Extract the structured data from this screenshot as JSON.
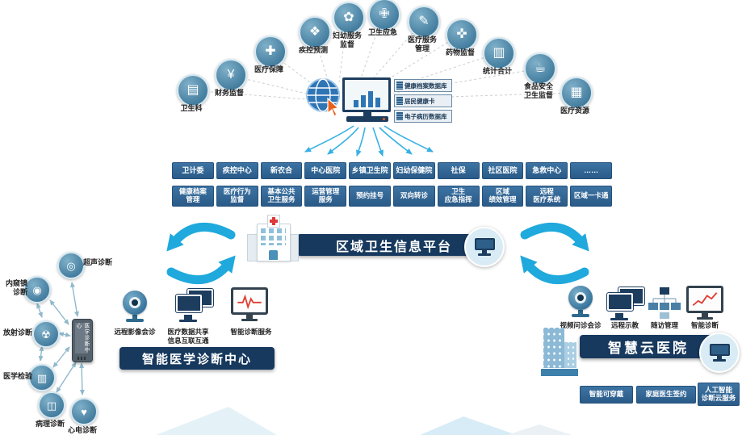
{
  "colors": {
    "accent_cyan": "#1fa9dd",
    "navy": "#17395e",
    "button_blue": "#2f6595",
    "icon_teal": "#2e6a8f"
  },
  "top_icons": [
    {
      "name": "health-science",
      "label": "卫生科",
      "glyph": "▤"
    },
    {
      "name": "finance-supervision",
      "label": "财务监督",
      "glyph": "¥"
    },
    {
      "name": "medical-security",
      "label": "医疗保障",
      "glyph": "✚"
    },
    {
      "name": "disease-control-forecast",
      "label": "疾控预测",
      "glyph": "❖"
    },
    {
      "name": "maternal-child-service",
      "label": "妇幼服务\n监督",
      "glyph": "✿"
    },
    {
      "name": "health-emergency",
      "label": "卫生应急",
      "glyph": "✙"
    },
    {
      "name": "medical-service-mgmt",
      "label": "医疗服务\n管理",
      "glyph": "✎"
    },
    {
      "name": "drug-supervision",
      "label": "药物监督",
      "glyph": "✜"
    },
    {
      "name": "statistics-audit",
      "label": "统计合计",
      "glyph": "▥"
    },
    {
      "name": "food-safety-supervision",
      "label": "食品安全\n卫生监督",
      "glyph": "☕"
    },
    {
      "name": "medical-resources",
      "label": "医疗资源",
      "glyph": "▦"
    }
  ],
  "hub": {
    "databases": [
      "健康档案数据库",
      "居民健康卡",
      "电子病历数据库"
    ]
  },
  "org_buttons": [
    "卫计委",
    "疾控中心",
    "新农合",
    "中心医院",
    "乡镇卫生院",
    "妇幼保健院",
    "社保",
    "社区医院",
    "急救中心",
    "……"
  ],
  "service_buttons": [
    "健康档案\n管理",
    "医疗行为\n监督",
    "基本公共\n卫生服务",
    "运营管理\n服务",
    "预约挂号",
    "双向转诊",
    "卫生\n应急指挥",
    "区域\n绩效管理",
    "远程\n医疗系统",
    "区域一卡通"
  ],
  "platform": {
    "title": "区域卫生信息平台"
  },
  "left_cluster": {
    "banner": "智能医学诊断中心",
    "center_device": "医学诊断中心",
    "nodes": [
      {
        "name": "ultrasound-diagnosis",
        "label": "超声诊断",
        "glyph": "◎"
      },
      {
        "name": "endoscopy-diagnosis",
        "label": "内窥镜\n诊断",
        "glyph": "◉"
      },
      {
        "name": "radiology-diagnosis",
        "label": "放射诊断",
        "glyph": "☢"
      },
      {
        "name": "medical-lab-test",
        "label": "医学检验",
        "glyph": "▥"
      },
      {
        "name": "pathology-diagnosis",
        "label": "病理诊断",
        "glyph": "◫"
      },
      {
        "name": "ecg-diagnosis",
        "label": "心电诊断",
        "glyph": "♥"
      }
    ],
    "services": [
      {
        "name": "remote-imaging-consult",
        "label": "远程影像会诊"
      },
      {
        "name": "medical-data-sharing",
        "label": "医疗数据共享\n信息互联互通"
      },
      {
        "name": "smart-diagnosis-service",
        "label": "智能诊断服务"
      }
    ]
  },
  "right_cluster": {
    "banner": "智慧云医院",
    "services": [
      {
        "name": "video-consultation",
        "label": "视频问诊会诊"
      },
      {
        "name": "remote-teaching",
        "label": "远程示教"
      },
      {
        "name": "follow-up-management",
        "label": "随访管理"
      },
      {
        "name": "smart-diagnosis",
        "label": "智能诊断"
      }
    ],
    "buttons": [
      "智能可穿戴",
      "家庭医生签约",
      "人工智能\n诊断云服务"
    ]
  }
}
